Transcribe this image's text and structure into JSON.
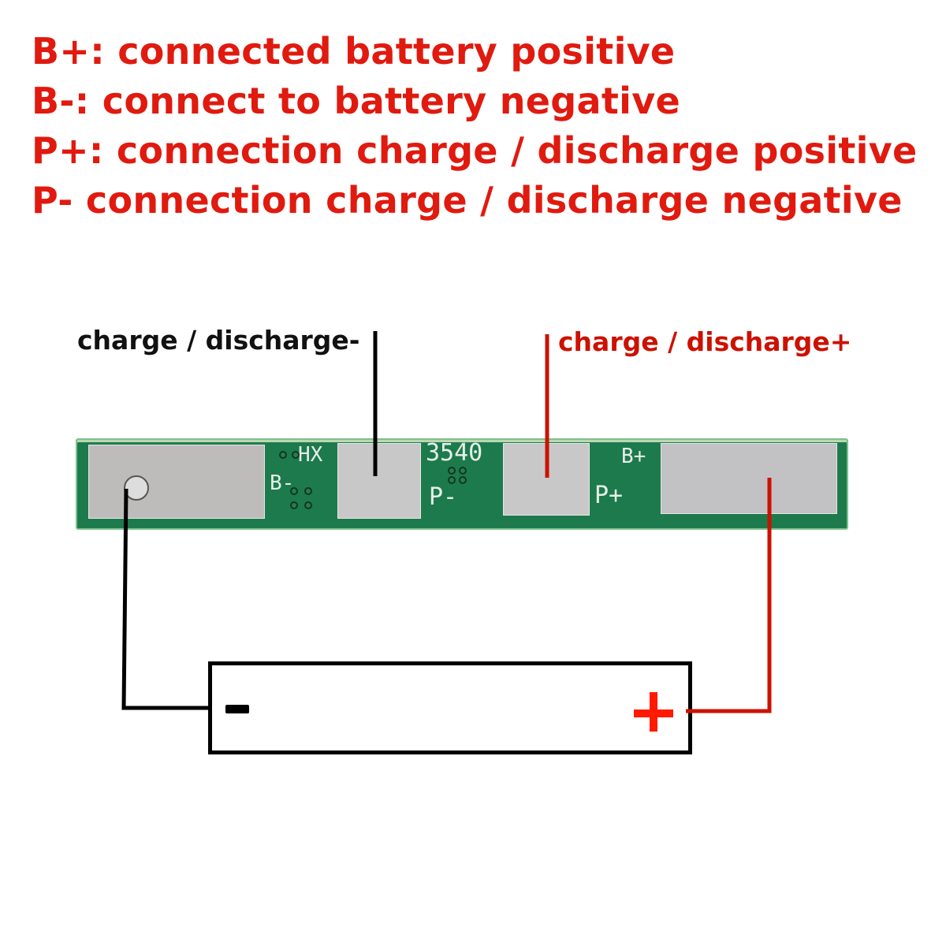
{
  "legend": {
    "lines": [
      "B+: connected battery positive",
      "B-: connect to battery negative",
      "P+: connection charge / discharge positive",
      "P- connection charge / discharge negative"
    ]
  },
  "labels": {
    "negative": "charge / discharge-",
    "positive": "charge / discharge+"
  },
  "pcb": {
    "silkscreen": {
      "hx": "HX",
      "model": "3540",
      "b_minus": "B-",
      "p_minus": "P-",
      "b_plus": "B+",
      "p_plus": "P+"
    },
    "colors": {
      "board": "#1d7a4c",
      "pad": "#c9c8c8"
    }
  },
  "battery": {
    "minus_symbol": "-",
    "plus_symbol": "+"
  },
  "colors": {
    "legend_text": "#e01a0f",
    "negative_wire": "#000000",
    "positive_wire": "#cc1100"
  }
}
